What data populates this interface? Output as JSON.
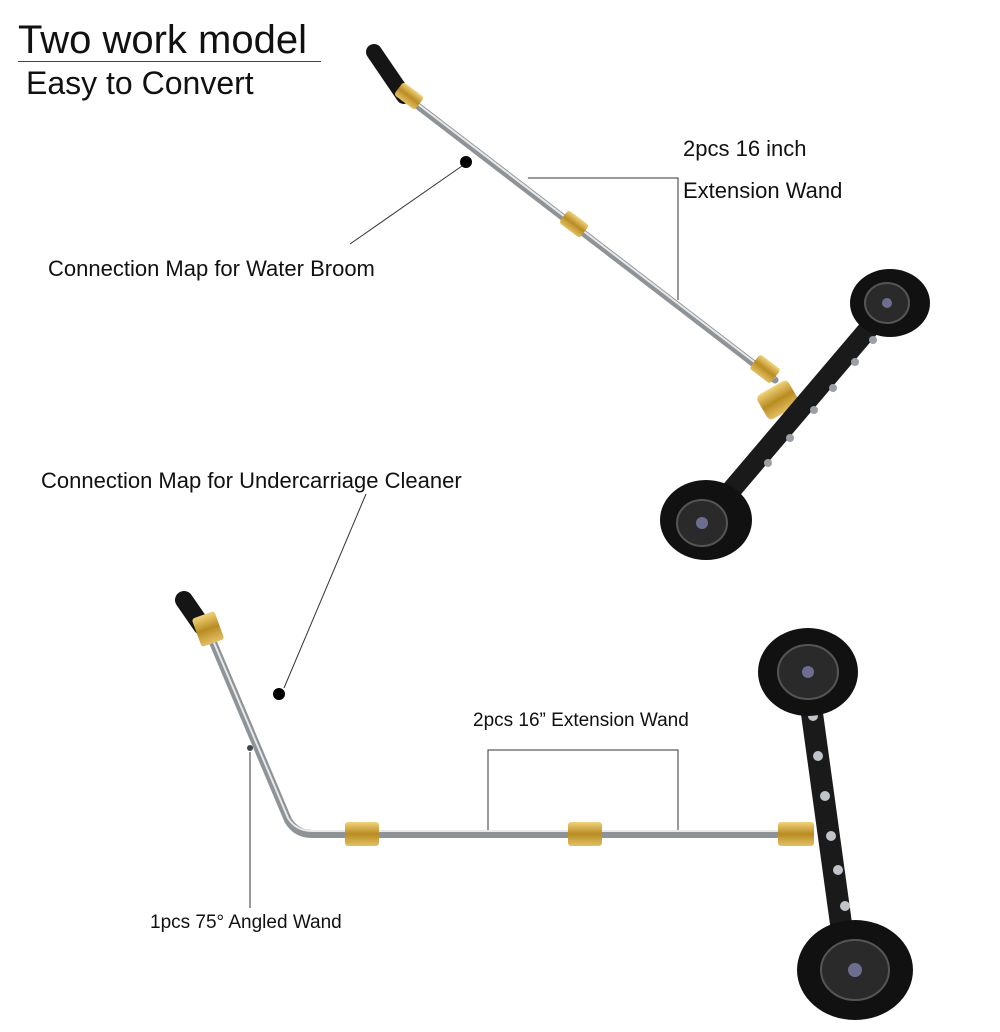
{
  "header": {
    "title": "Two work model",
    "subtitle": "Easy to Convert"
  },
  "top_setup": {
    "extension_label_line1": "2pcs 16 inch",
    "extension_label_line2": "Extension Wand",
    "connection_label": "Connection Map for Water Broom"
  },
  "bottom_setup": {
    "connection_label": "Connection Map for Undercarriage Cleaner",
    "extension_label": "2pcs 16” Extension Wand",
    "angled_wand_label": "1pcs 75° Angled Wand"
  },
  "colors": {
    "steel": "#b8bcc0",
    "brass": "#c9a43a",
    "black": "#151515"
  }
}
